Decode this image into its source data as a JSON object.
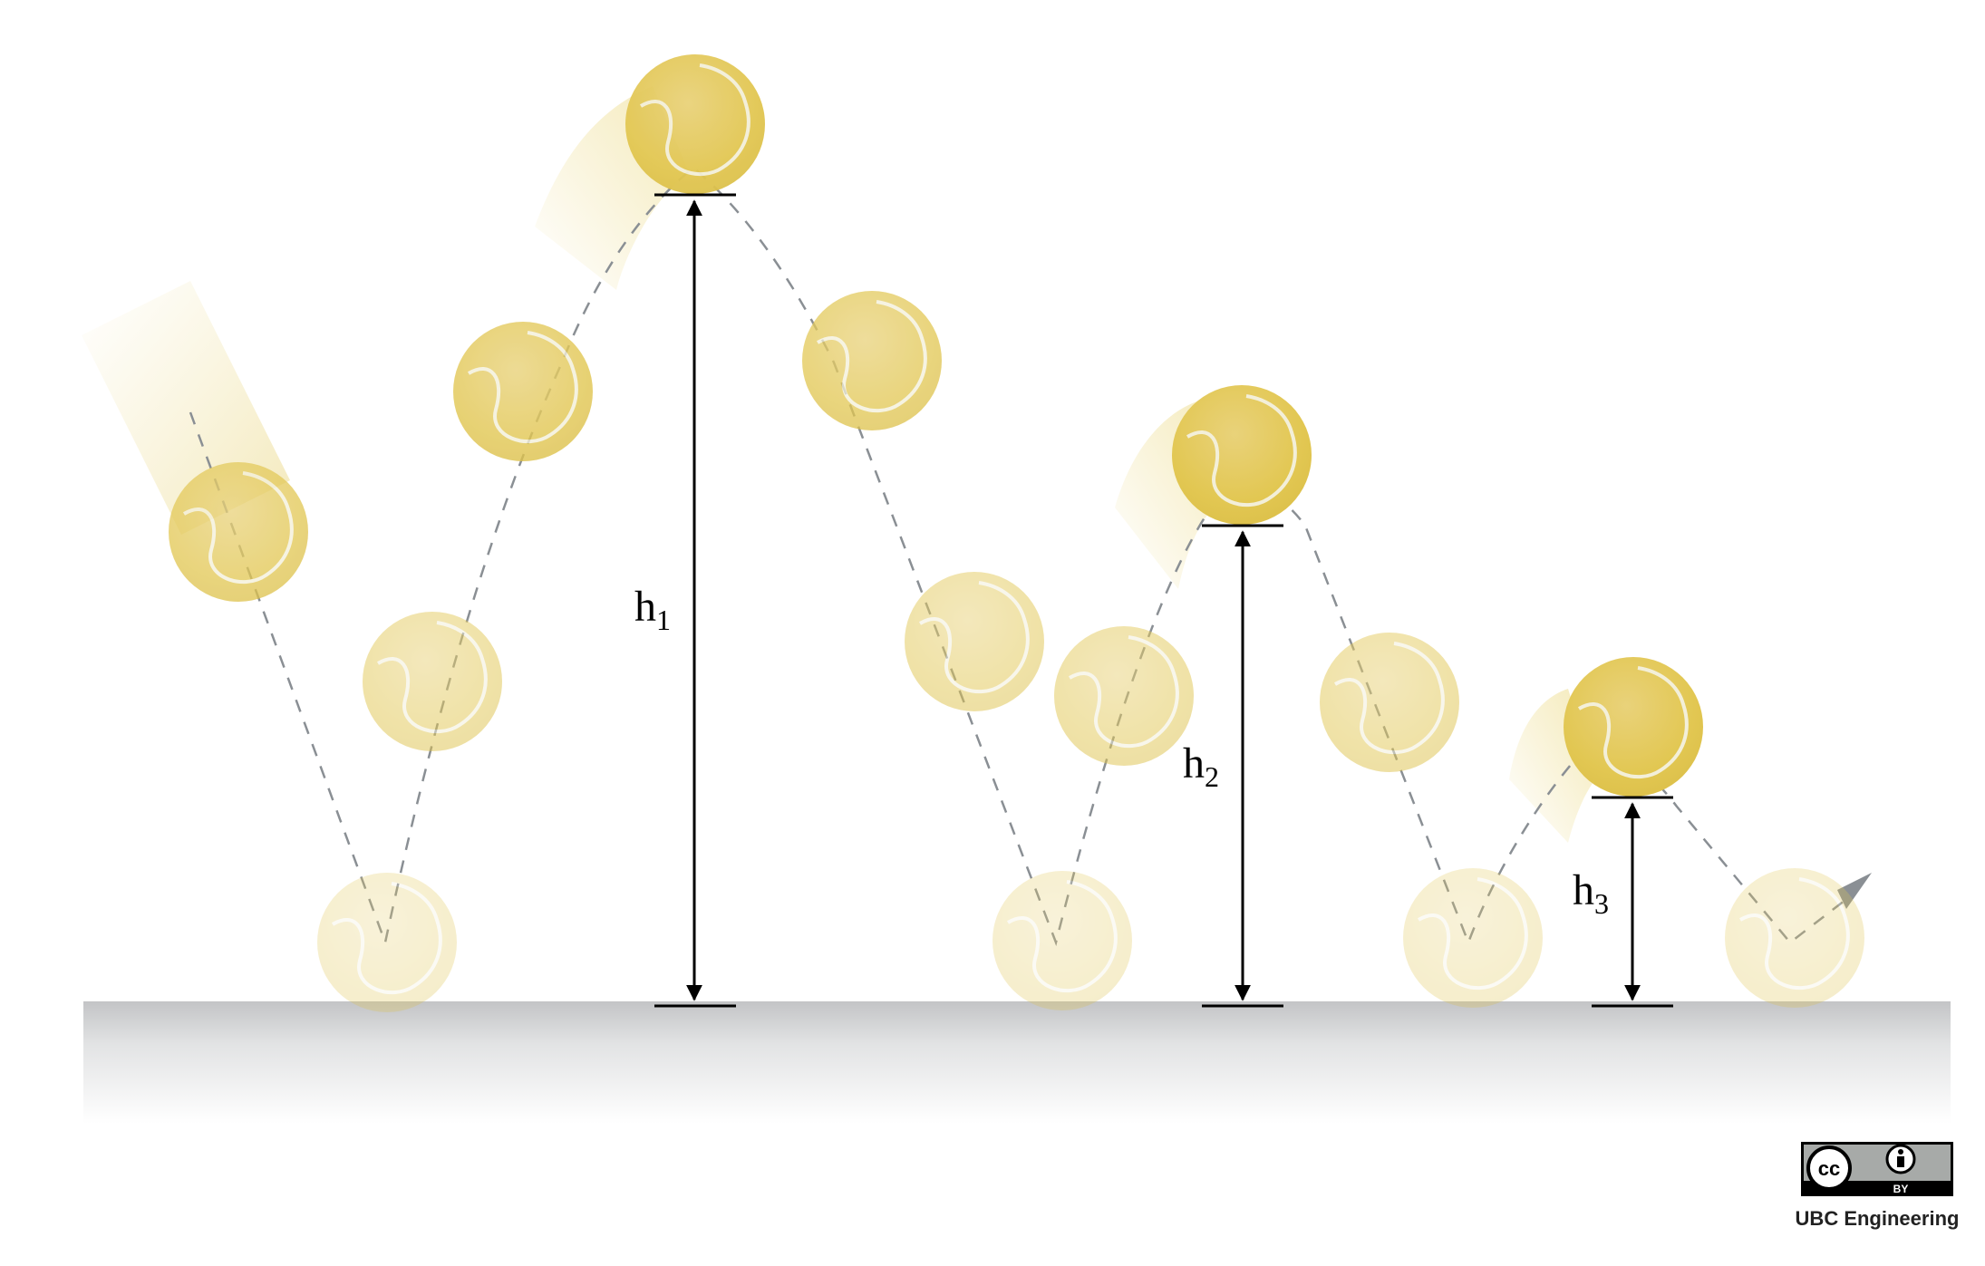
{
  "diagram": {
    "heights": [
      {
        "symbol": "h",
        "subscript": "1"
      },
      {
        "symbol": "h",
        "subscript": "2"
      },
      {
        "symbol": "h",
        "subscript": "3"
      }
    ]
  },
  "credit": {
    "license_cc": "cc",
    "license_by": "BY",
    "institution": "UBC Engineering"
  },
  "colors": {
    "ball_fill": "#e4cb55",
    "ball_seam": "#f2eed8",
    "ground_top": "#c7c8ca",
    "trajectory": "#8a8f94",
    "arrow": "#000000",
    "badge_gray": "#a7aaa8"
  },
  "icons": [
    "tennis-ball-icon",
    "creative-commons-icon",
    "person-attribution-icon"
  ]
}
